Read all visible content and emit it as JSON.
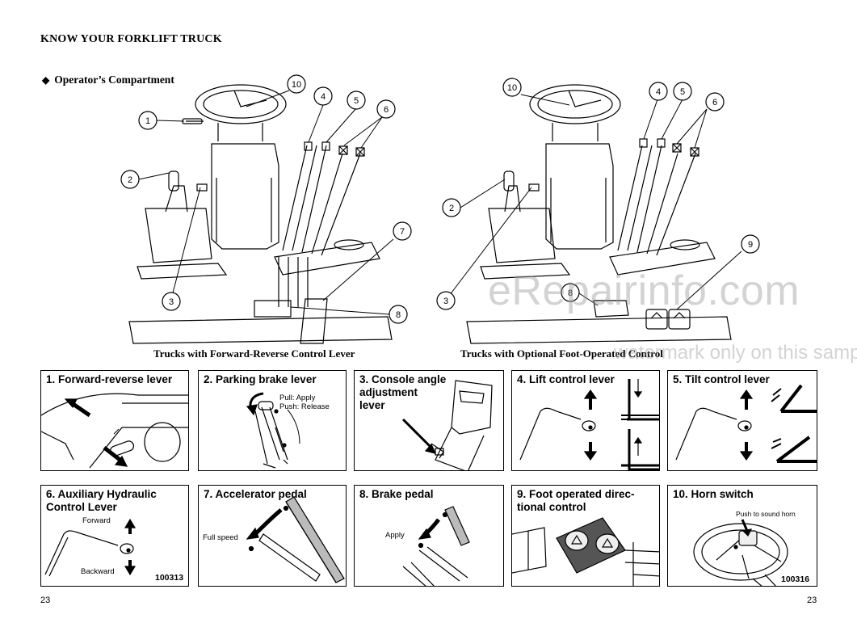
{
  "header": {
    "title": "KNOW YOUR FORKLIFT TRUCK",
    "section": "Operator’s Compartment"
  },
  "diagrams": {
    "left_caption": "Trucks with Forward-Reverse Control Lever",
    "right_caption": "Trucks with Optional Foot-Operated Control",
    "left_callouts": [
      "1",
      "2",
      "3",
      "4",
      "5",
      "6",
      "7",
      "8",
      "10"
    ],
    "right_callouts": [
      "2",
      "3",
      "4",
      "5",
      "6",
      "8",
      "9",
      "10"
    ]
  },
  "watermark": {
    "main": "eRepairinfo.com",
    "sub": "watermark only on this sample"
  },
  "panels": [
    {
      "label": "1. Forward-reverse lever"
    },
    {
      "label": "2. Parking brake lever",
      "notes": [
        "Pull: Apply",
        "Push: Release"
      ]
    },
    {
      "label": "3. Console angle\nadjustment\nlever"
    },
    {
      "label": "4. Lift control lever"
    },
    {
      "label": "5. Tilt control lever"
    },
    {
      "label": "6. Auxiliary Hydraulic\n   Control Lever",
      "notes": [
        "Forward",
        "Backward"
      ],
      "code": "100313"
    },
    {
      "label": "7. Accelerator pedal",
      "notes": [
        "Full speed"
      ]
    },
    {
      "label": "8. Brake pedal",
      "notes": [
        "Apply"
      ]
    },
    {
      "label": "9. Foot operated direc-\n   tional control"
    },
    {
      "label": "10. Horn switch",
      "notes": [
        "Push to sound horn"
      ],
      "code": "100316"
    }
  ],
  "footer": {
    "page_left": "23",
    "page_right": "23"
  }
}
